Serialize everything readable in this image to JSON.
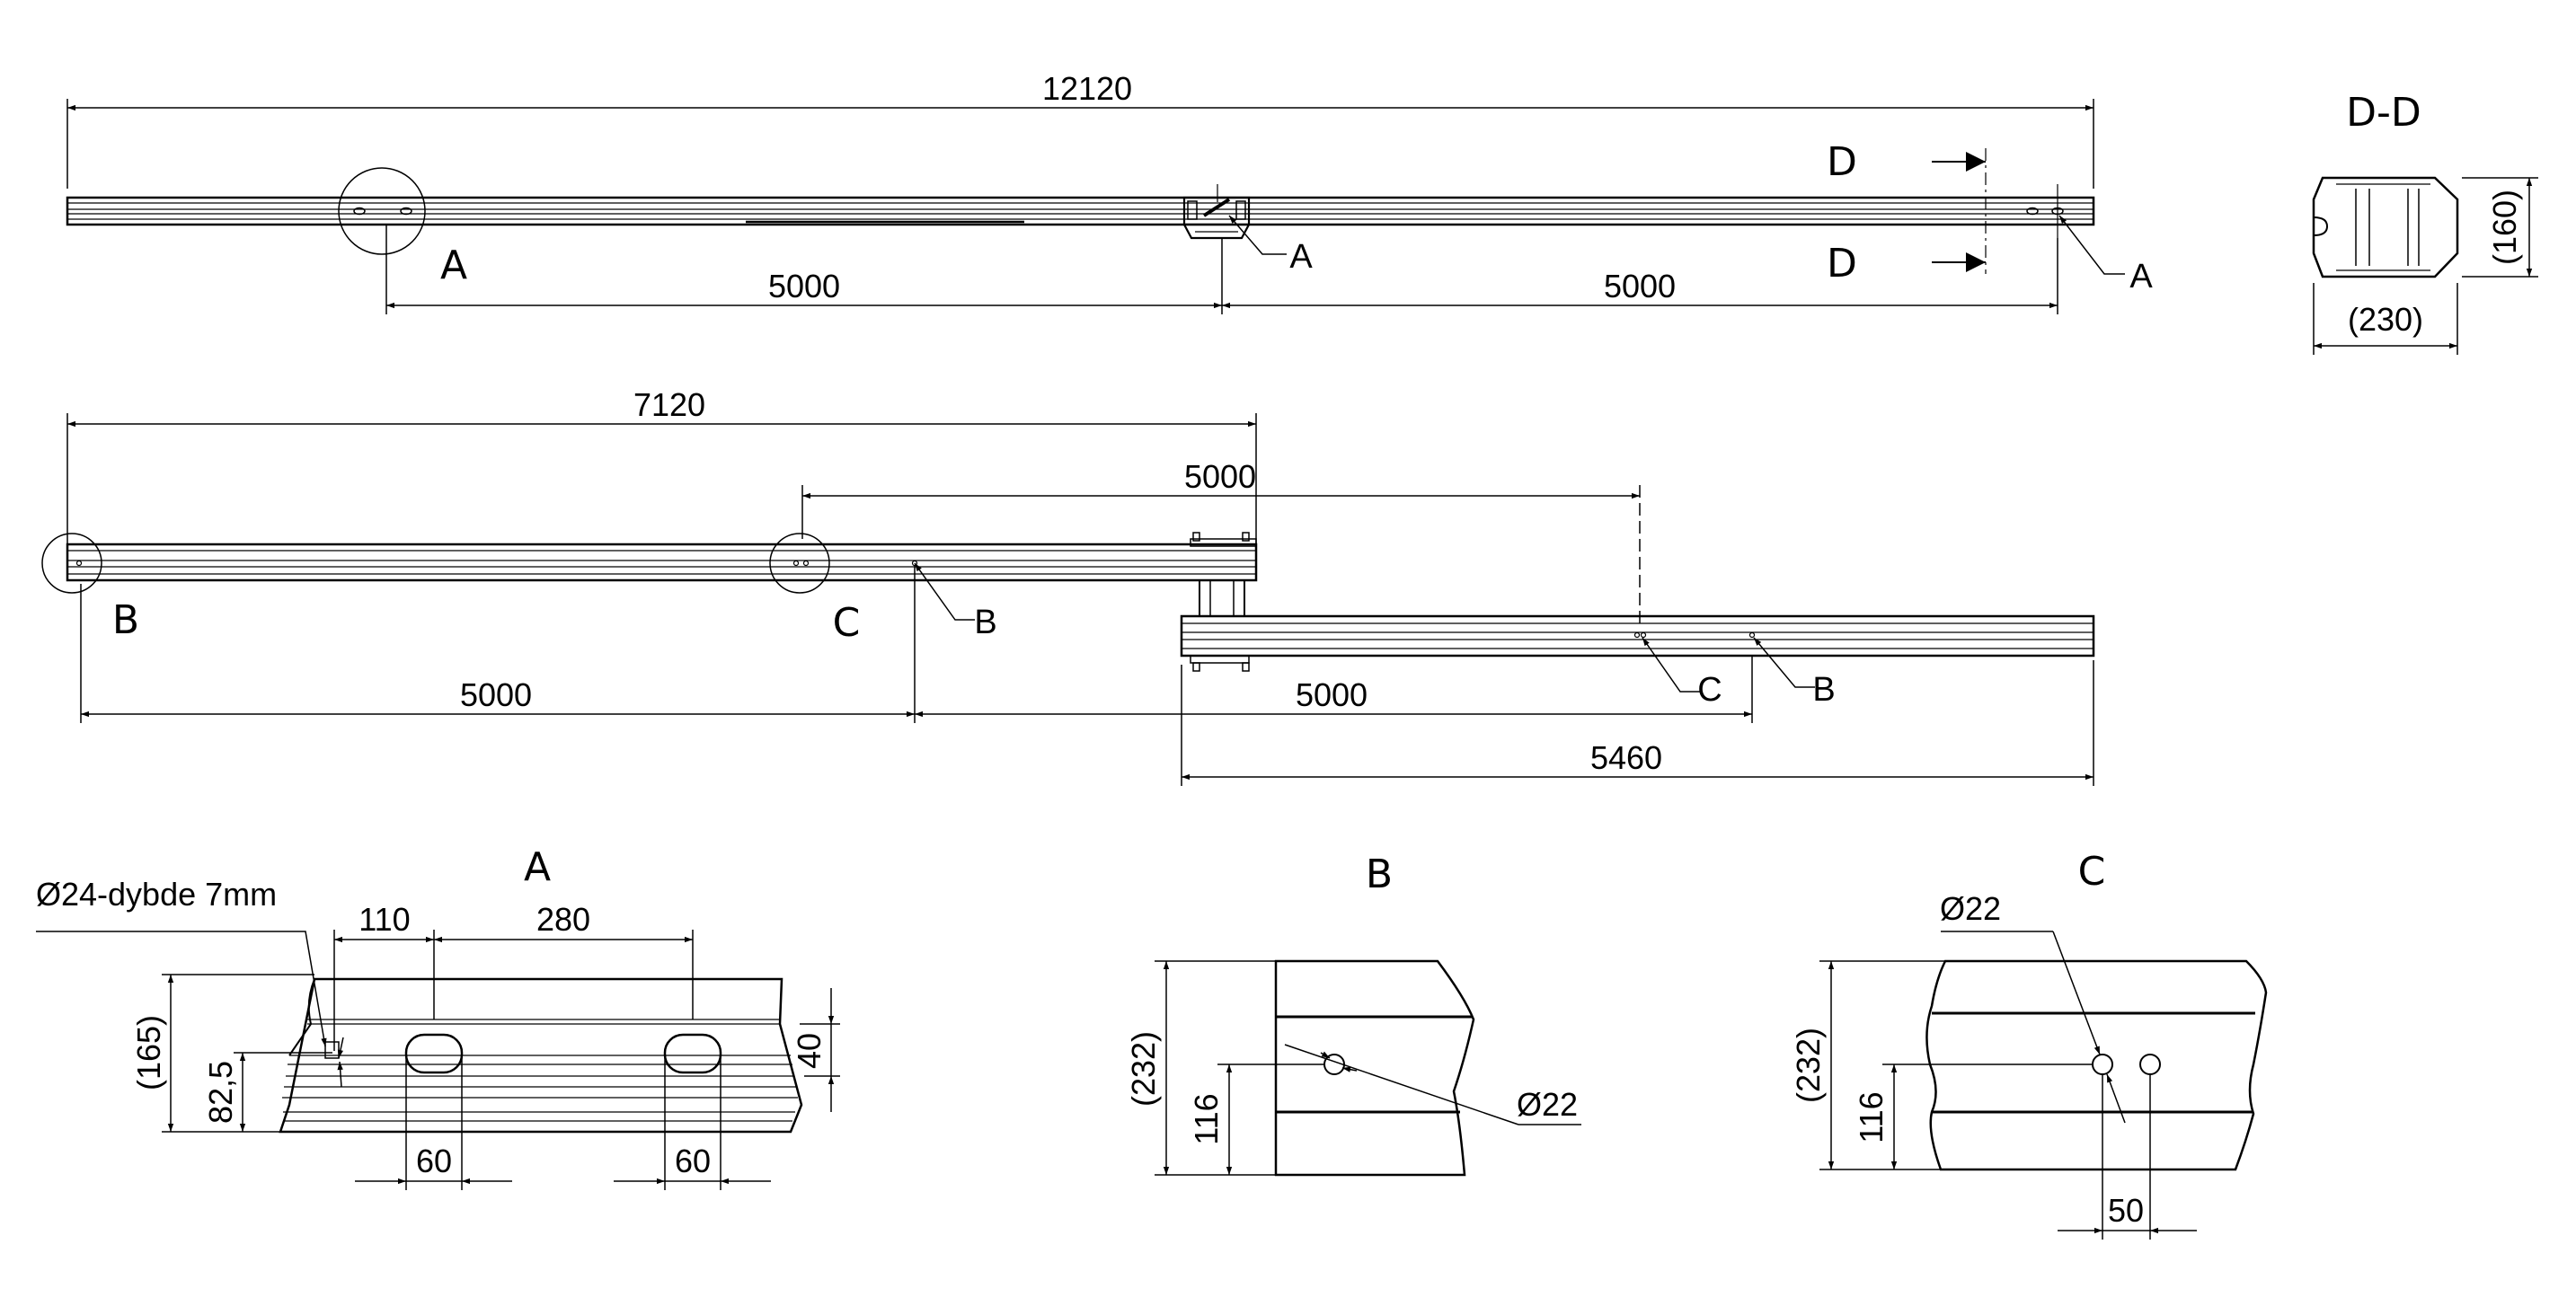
{
  "colors": {
    "ink": "#000000",
    "background": "#ffffff"
  },
  "top": {
    "overall": "12120",
    "span_left": "5000",
    "span_right": "5000",
    "label_a_left": "A",
    "label_a_center": "A",
    "label_a_right": "A",
    "label_d_top": "D",
    "label_d_bottom": "D"
  },
  "section_dd": {
    "title": "D-D",
    "height": "(160)",
    "width": "(230)"
  },
  "middle": {
    "overall": "7120",
    "offset": "5000",
    "span_left": "5000",
    "span_right": "5000",
    "lower_length": "5460",
    "label_b_left": "B",
    "label_c_left": "C",
    "label_b_leader": "B",
    "label_c_leader": "C",
    "label_b_right": "B"
  },
  "detail_a": {
    "title": "A",
    "note": "Ø24-dybde 7mm",
    "dim_110": "110",
    "dim_280": "280",
    "dim_165": "(165)",
    "dim_825": "82,5",
    "dim_40": "40",
    "dim_60_left": "60",
    "dim_60_right": "60"
  },
  "detail_b": {
    "title": "B",
    "dim_232": "(232)",
    "dim_116": "116",
    "hole": "Ø22"
  },
  "detail_c": {
    "title": "C",
    "hole": "Ø22",
    "dim_232": "(232)",
    "dim_116": "116",
    "dim_50": "50"
  }
}
